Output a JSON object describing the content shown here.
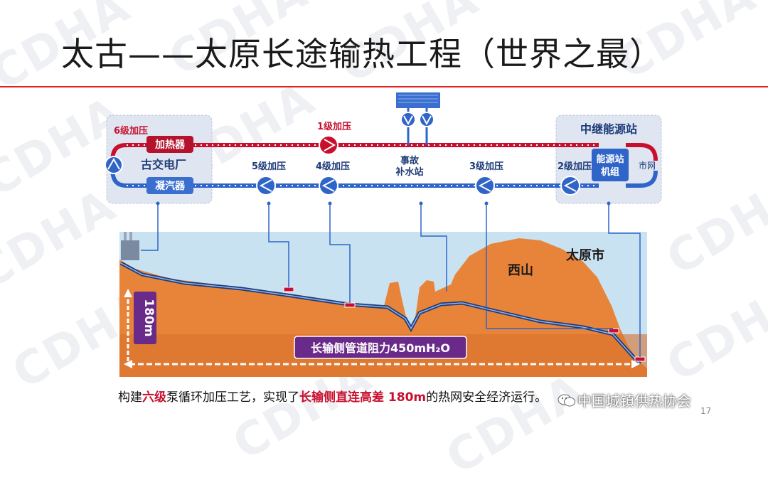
{
  "watermark": "CDHA",
  "slide": {
    "title": "太古——太原长途输热工程（世界之最）",
    "page_number": "17",
    "footer_brand": "中国城镇供热协会",
    "caption": {
      "part1": "构建",
      "part2": "六级",
      "part3": "泵循环加压工艺，实现了",
      "part4": "长输侧直连高差 180m",
      "part5": "的热网安全经济运行。"
    }
  },
  "diagram": {
    "plant_name": "古交电厂",
    "heater_label": "加热器",
    "condenser_label": "凝汽器",
    "relay_station_title": "中继能源站",
    "energy_unit_label_1": "能源站",
    "energy_unit_label_2": "机组",
    "city_network_label": "市网",
    "makeup_station_label_1": "事故",
    "makeup_station_label_2": "补水站",
    "pump_stages": {
      "s6": "6级加压",
      "s1": "1级加压",
      "s5": "5级加压",
      "s4": "4级加压",
      "s3": "3级加压",
      "s2": "2级加压"
    },
    "terrain": {
      "mountain_label": "西山",
      "city_label": "太原市",
      "height_label": "180m",
      "resistance_label": "长输侧管道阻力450mH₂O"
    },
    "colors": {
      "supply": "#c8102e",
      "return": "#2f64c8",
      "terrain": "#e8843a",
      "sky": "#c9e2f2",
      "box": "#6a2a8a"
    }
  }
}
